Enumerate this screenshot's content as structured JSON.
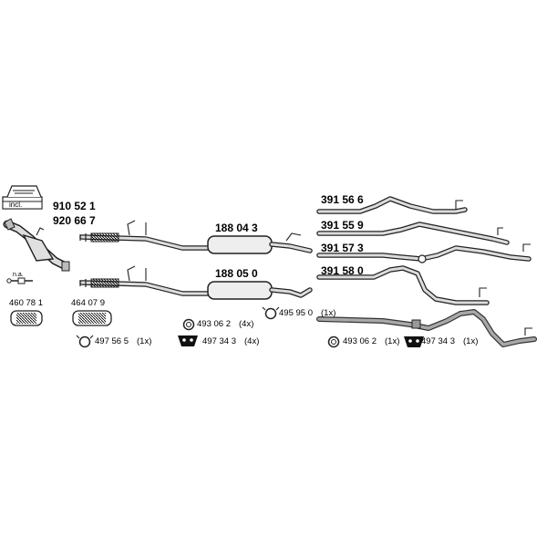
{
  "kit": {
    "box_label": "incl.",
    "codes": [
      "910 52 1",
      "920 66 7"
    ]
  },
  "catalyst": {
    "note": "n.a."
  },
  "flex_pipes": [
    {
      "code": "460 78 1"
    },
    {
      "code": "464 07 9"
    }
  ],
  "main_parts": [
    {
      "code": "188 04 3"
    },
    {
      "code": "188 05 0"
    }
  ],
  "tail_pipes": [
    {
      "code": "391 56 6"
    },
    {
      "code": "391 55 9"
    },
    {
      "code": "391 57 3"
    },
    {
      "code": "391 58 0"
    }
  ],
  "accessories": [
    {
      "code": "497 56 5",
      "qty": "(1x)",
      "icon": "clamp-ring-icon"
    },
    {
      "code": "493 06 2",
      "qty": "(4x)",
      "icon": "gasket-ring-icon"
    },
    {
      "code": "497 34 3",
      "qty": "(4x)",
      "icon": "rubber-hanger-icon"
    },
    {
      "code": "495 95 0",
      "qty": "(1x)",
      "icon": "clamp-ring-icon"
    },
    {
      "code": "493 06 2",
      "qty": "(1x)",
      "icon": "gasket-ring-icon"
    },
    {
      "code": "497 34 3",
      "qty": "(1x)",
      "icon": "rubber-hanger-icon"
    }
  ],
  "colors": {
    "ink": "#222222",
    "pipe_fill": "#dcdcdc",
    "highlight_pipe": "#a8a8a8"
  }
}
